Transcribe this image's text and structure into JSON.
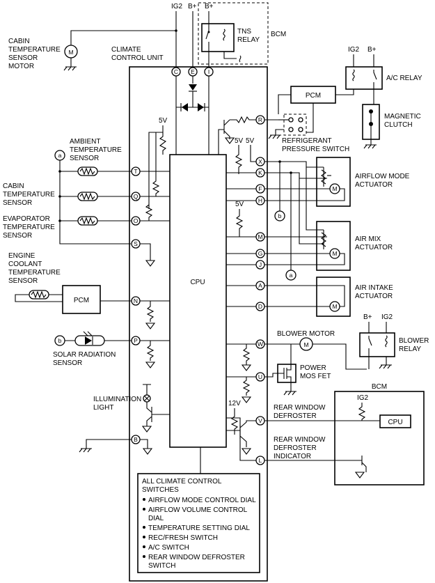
{
  "supplies": {
    "ig2_top": "IG2",
    "bplus_top_1": "B+",
    "bplus_top_2": "B+",
    "ig2_ac": "IG2",
    "bplus_ac": "B+",
    "bplus_blower": "B+",
    "ig2_blower": "IG2",
    "ig2_bcm": "IG2",
    "v5_1": "5V",
    "v5_2": "5V",
    "v5_3": "5V",
    "v5_4": "5V",
    "v12": "12V"
  },
  "labels": {
    "bcm_top": "BCM",
    "tns_relay": [
      "TNS",
      "RELAY"
    ],
    "cabin_temp_motor": [
      "CABIN",
      "TEMPERATURE",
      "SENSOR",
      "MOTOR"
    ],
    "climate_unit": [
      "CLIMATE",
      "CONTROL UNIT"
    ],
    "ac_relay": "A/C RELAY",
    "pcm_top": "PCM",
    "magnetic_clutch": [
      "MAGNETIC",
      "CLUTCH"
    ],
    "refrigerant": [
      "REFRIGERANT",
      "PRESSURE SWITCH"
    ],
    "ambient": [
      "AMBIENT",
      "TEMPERATURE",
      "SENSOR"
    ],
    "cabin_temp": [
      "CABIN",
      "TEMPERATURE",
      "SENSOR"
    ],
    "evaporator": [
      "EVAPORATOR",
      "TEMPERATURE",
      "SENSOR"
    ],
    "airflow_mode": [
      "AIRFLOW MODE",
      "ACTUATOR"
    ],
    "air_mix": [
      "AIR MIX",
      "ACTUATOR"
    ],
    "air_intake": [
      "AIR INTAKE",
      "ACTUATOR"
    ],
    "engine_coolant": [
      "ENGINE",
      "COOLANT",
      "TEMPERATURE",
      "SENSOR"
    ],
    "pcm_mid": "PCM",
    "cpu_main": "CPU",
    "blower_motor": "BLOWER MOTOR",
    "blower_relay": [
      "BLOWER",
      "RELAY"
    ],
    "solar": [
      "SOLAR RADIATION",
      "SENSOR"
    ],
    "power_mos": [
      "POWER",
      "MOS FET"
    ],
    "illumination": [
      "ILLUMINATION",
      "LIGHT"
    ],
    "bcm_bottom": "BCM",
    "cpu_bcm": "CPU",
    "rear_defroster": [
      "REAR WINDOW",
      "DEFROSTER"
    ],
    "rear_indicator": [
      "REAR WINDOW",
      "DEFROSTER",
      "INDICATOR"
    ],
    "ref_a1": "a",
    "ref_a2": "a",
    "ref_b1": "b",
    "ref_b2": "b"
  },
  "switches_box": {
    "title": [
      "ALL CLIMATE CONTROL",
      "SWITCHES"
    ],
    "items": [
      [
        "AIRFLOW MODE CONTROL DIAL"
      ],
      [
        "AIRFLOW VOLUME CONTROL",
        "DIAL"
      ],
      [
        "TEMPERATURE SETTING DIAL"
      ],
      [
        "REC/FRESH SWITCH"
      ],
      [
        "A/C SWITCH"
      ],
      [
        "REAR WINDOW DEFROSTER",
        "SWITCH"
      ]
    ]
  },
  "pins": {
    "top": [
      "C",
      "E",
      "I"
    ],
    "left": [
      "T",
      "Q",
      "O",
      "S",
      "N",
      "P",
      "B"
    ],
    "right": [
      "R",
      "X",
      "K",
      "F",
      "H",
      "M",
      "G",
      "J",
      "A",
      "D",
      "W",
      "U",
      "V",
      "L"
    ]
  }
}
